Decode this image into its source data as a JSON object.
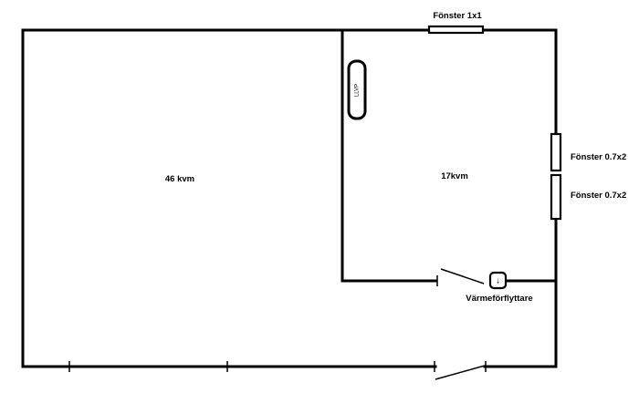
{
  "rooms": {
    "large_area": "46 kvm",
    "small_area": "17kvm"
  },
  "windows": {
    "top": "Fönster 1x1",
    "right_upper": "Fönster 0.7x2",
    "right_lower": "Fönster 0.7x2"
  },
  "fixtures": {
    "unit_label": "LLVP",
    "heat_mover": "Värmeförflyttare",
    "heat_mover_symbol": "↓"
  }
}
